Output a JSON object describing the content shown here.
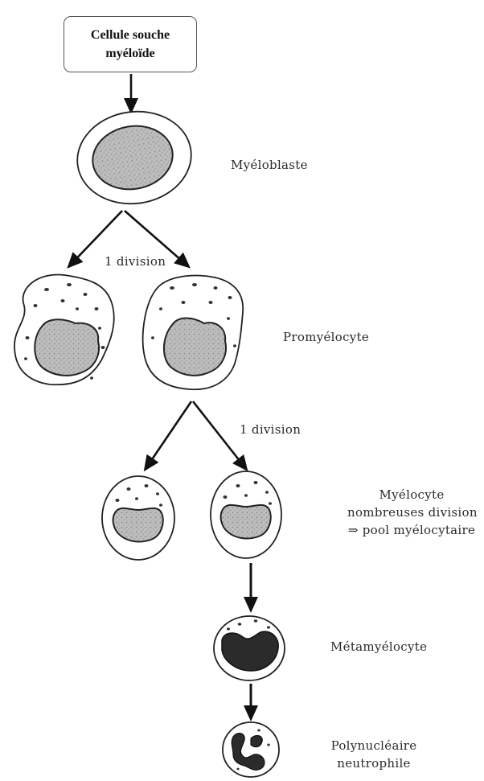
{
  "root": {
    "line1": "Cellule souche",
    "line2": "myéloïde"
  },
  "stages": {
    "myeloblaste": "Myéloblaste",
    "promyelocyte": "Promyélocyte",
    "myelocyte": {
      "line1": "Myélocyte",
      "line2": "nombreuses division",
      "line3": "⇒ pool myélocytaire"
    },
    "metamyelocyte": "Métamyélocyte",
    "polynucleaire": {
      "line1": "Polynucléaire",
      "line2": "neutrophile"
    }
  },
  "divisions": {
    "first": "1 division",
    "second": "1 division"
  },
  "colors": {
    "stroke": "#1a1a1a",
    "nucleus_light": "#b8b8b8",
    "nucleus_dark": "#2b2b2b",
    "granule": "#3a3a3a"
  }
}
